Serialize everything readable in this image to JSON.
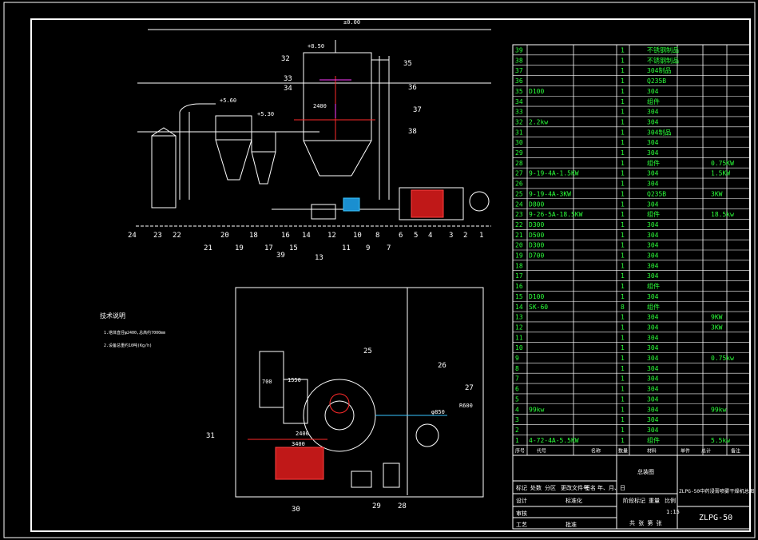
{
  "drawing_title": "ZLPG-50",
  "drawing_subtitle": "ZLPG-50中药浸膏喷雾干燥机总图",
  "title_block": {
    "label_a": "总装图",
    "label_b": "1:15",
    "row_labels": [
      "标记",
      "处数",
      "分区",
      "更改文件号",
      "签名",
      "年、月、日"
    ],
    "left_labels": [
      "设计",
      "审核",
      "工艺"
    ],
    "bottom_labels": [
      "标准化",
      "批准"
    ],
    "stage_labels": [
      "阶段标记",
      "重量",
      "比例"
    ],
    "sheet_label": "共 张 第 张"
  },
  "bom_header": [
    "序号",
    "代号",
    "名称",
    "数量",
    "材料",
    "单件",
    "总计",
    "备注"
  ],
  "bom_rows": [
    [
      "39",
      "",
      "",
      "1",
      "不锈钢制品",
      ""
    ],
    [
      "38",
      "",
      "",
      "1",
      "不锈钢制品",
      ""
    ],
    [
      "37",
      "",
      "",
      "1",
      "304制品",
      ""
    ],
    [
      "36",
      "",
      "",
      "1",
      "Q235B",
      ""
    ],
    [
      "35",
      "D100",
      "",
      "1",
      "304",
      ""
    ],
    [
      "34",
      "",
      "",
      "1",
      "组件",
      ""
    ],
    [
      "33",
      "",
      "",
      "1",
      "304",
      ""
    ],
    [
      "32",
      "2.2kw",
      "",
      "1",
      "304",
      ""
    ],
    [
      "31",
      "",
      "",
      "1",
      "304制品",
      ""
    ],
    [
      "30",
      "",
      "",
      "1",
      "304",
      ""
    ],
    [
      "29",
      "",
      "",
      "1",
      "304",
      ""
    ],
    [
      "28",
      "",
      "",
      "1",
      "组件",
      "0.75KW"
    ],
    [
      "27",
      "9-19-4A-1.5KW",
      "",
      "1",
      "304",
      "1.5KW"
    ],
    [
      "26",
      "",
      "",
      "1",
      "304",
      ""
    ],
    [
      "25",
      "9-19-4A-3KW",
      "",
      "1",
      "Q235B",
      "3KW"
    ],
    [
      "24",
      "D800",
      "",
      "1",
      "304",
      ""
    ],
    [
      "23",
      "9-26-5A-18.5KW",
      "",
      "1",
      "组件",
      "18.5kw"
    ],
    [
      "22",
      "D300",
      "",
      "1",
      "304",
      ""
    ],
    [
      "21",
      "D500",
      "",
      "1",
      "304",
      ""
    ],
    [
      "20",
      "D300",
      "",
      "1",
      "304",
      ""
    ],
    [
      "19",
      "D700",
      "",
      "1",
      "304",
      ""
    ],
    [
      "18",
      "",
      "",
      "1",
      "304",
      ""
    ],
    [
      "17",
      "",
      "",
      "1",
      "304",
      ""
    ],
    [
      "16",
      "",
      "",
      "1",
      "组件",
      ""
    ],
    [
      "15",
      "D100",
      "",
      "1",
      "304",
      ""
    ],
    [
      "14",
      "SK-60",
      "",
      "8",
      "组件",
      ""
    ],
    [
      "13",
      "",
      "",
      "1",
      "304",
      "9KW"
    ],
    [
      "12",
      "",
      "",
      "1",
      "304",
      "3KW"
    ],
    [
      "11",
      "",
      "",
      "1",
      "304",
      ""
    ],
    [
      "10",
      "",
      "",
      "1",
      "304",
      ""
    ],
    [
      "9",
      "",
      "",
      "1",
      "304",
      "0.75kw"
    ],
    [
      "8",
      "",
      "",
      "1",
      "304",
      ""
    ],
    [
      "7",
      "",
      "",
      "1",
      "304",
      ""
    ],
    [
      "6",
      "",
      "",
      "1",
      "304",
      ""
    ],
    [
      "5",
      "",
      "",
      "1",
      "304",
      ""
    ],
    [
      "4",
      "99kw",
      "",
      "1",
      "304",
      "99kw"
    ],
    [
      "3",
      "",
      "",
      "1",
      "304",
      ""
    ],
    [
      "2",
      "",
      "",
      "1",
      "304",
      ""
    ],
    [
      "1",
      "4-72-4A-5.5KW",
      "",
      "1",
      "组件",
      "5.5kw"
    ]
  ],
  "callouts_elevation": [
    "24",
    "23",
    "22",
    "21",
    "20",
    "19",
    "18",
    "17",
    "16",
    "15",
    "14",
    "13",
    "12",
    "11",
    "10",
    "9",
    "8",
    "7",
    "6",
    "5",
    "4",
    "3",
    "2",
    "1",
    "32",
    "33",
    "34",
    "35",
    "36",
    "37",
    "38",
    "39"
  ],
  "callouts_plan": [
    "25",
    "26",
    "27",
    "28",
    "29",
    "30",
    "31"
  ],
  "tech_notes_title": "技术说明",
  "tech_notes": [
    "1.塔体直径φ2400,总高约7000mm",
    "2.设备总重约10吨(Kg/h)"
  ],
  "dims": {
    "top_level": "±0.00",
    "elev_a": "+8.50",
    "elev_b": "+5.60",
    "elev_c": "+5.30",
    "plan_w1": "1550",
    "plan_w2": "2400",
    "plan_w3": "3400",
    "plan_w4": "700",
    "plan_d": "φ850",
    "plan_r": "R600",
    "tower_d": "2400"
  },
  "colors": {
    "bg": "#000000",
    "line": "#ffffff",
    "text": "#2bff3a",
    "hatch": "#ff2a2a",
    "pipe": "#39c6ff",
    "accent": "#ff3bff"
  }
}
